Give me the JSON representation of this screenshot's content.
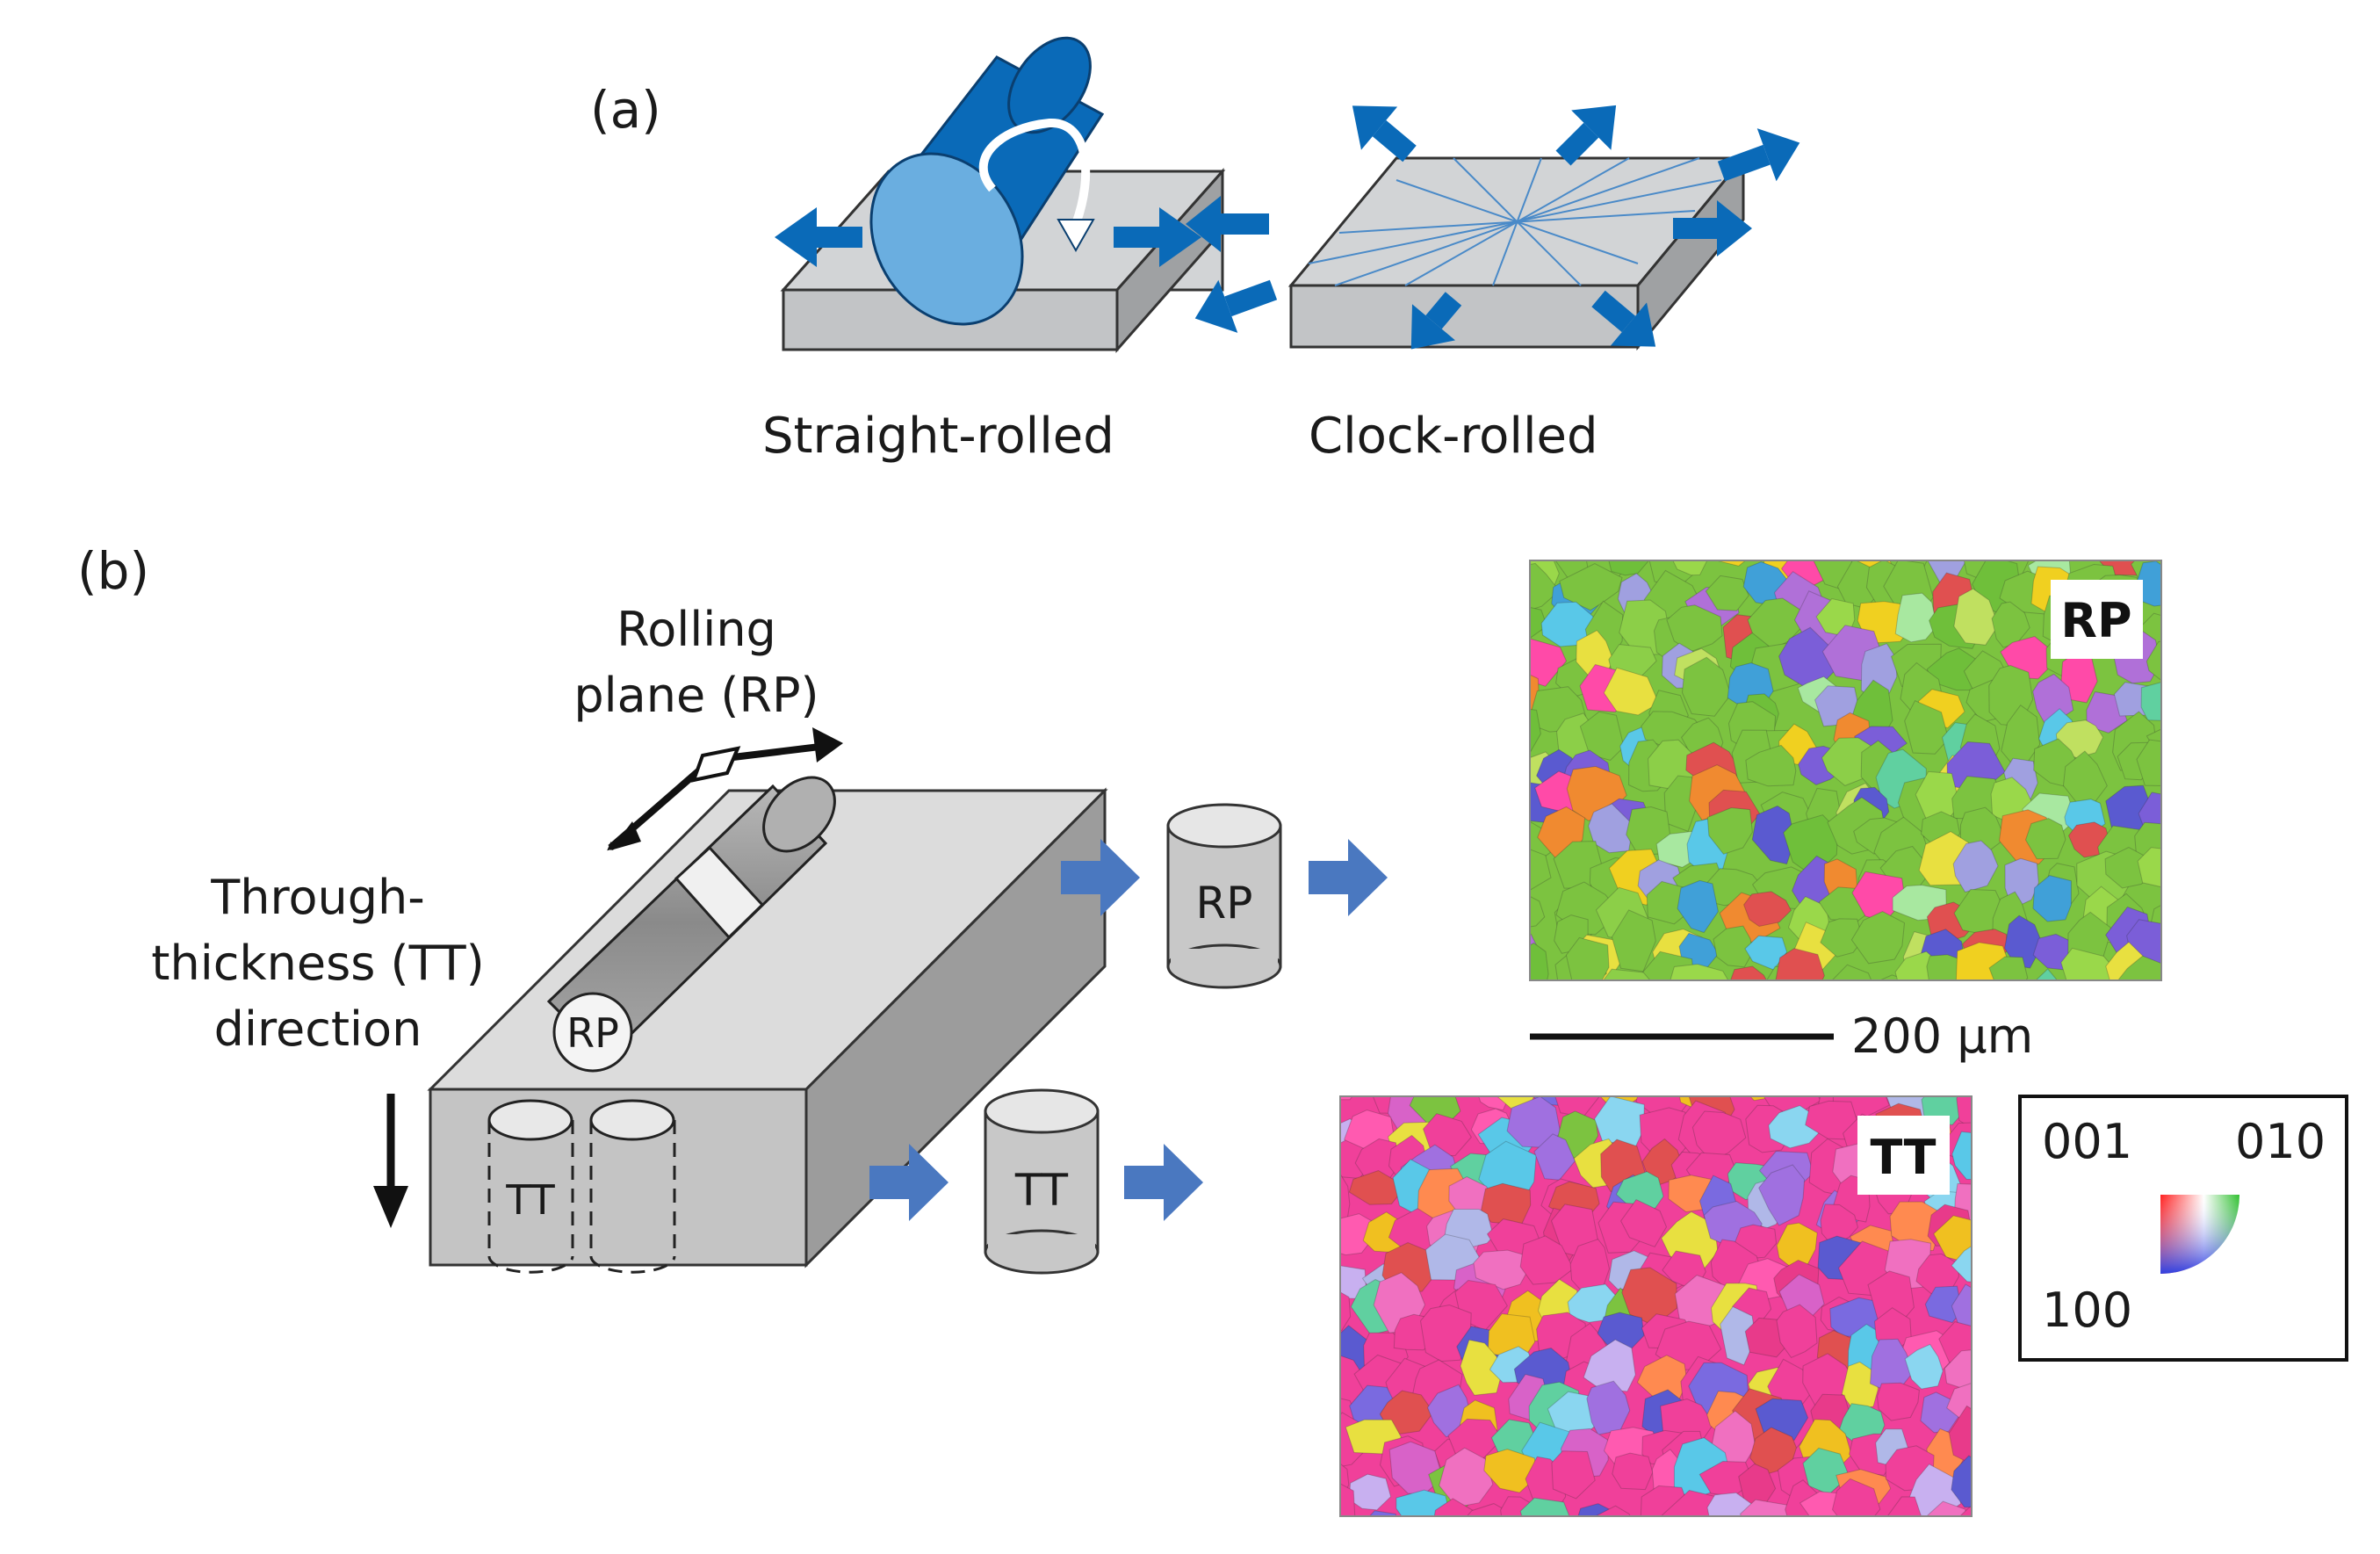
{
  "panel_a": {
    "label": "(a)",
    "straight_caption": "Straight-rolled",
    "clock_caption": "Clock-rolled"
  },
  "panel_b": {
    "label": "(b)",
    "rolling_plane_line1": "Rolling",
    "rolling_plane_line2": "plane (RP)",
    "tt_line1": "Through-",
    "tt_line2": "thickness (TT)",
    "tt_line3": "direction",
    "rp_sample_label": "RP",
    "tt_sample_label": "TT",
    "rp_cylinder_label": "RP",
    "tt_cylinder_label": "TT",
    "rp_map_badge": "RP",
    "tt_map_badge": "TT",
    "scale_bar_label": "200 µm",
    "ipf_key": {
      "top_left": "001",
      "top_right": "010",
      "bottom_left": "100"
    }
  },
  "colors": {
    "roller_blue": "#0a6ab8",
    "roller_face": "#6aaee0",
    "arrow_blue": "#4a78c0",
    "plate_gray": "#cfd1d4",
    "block_top": "#dcdcdc",
    "block_front": "#c4c4c4",
    "block_side": "#9c9c9c",
    "sample_rod": "#9a9a9a"
  },
  "maps": {
    "rp_dominant": "#7cc340",
    "rp_palette": [
      "#7cc340",
      "#6fbf3a",
      "#8ccf48",
      "#9ad84a",
      "#5a5ad0",
      "#7b5ed8",
      "#ff4aa8",
      "#e8e040",
      "#f0d020",
      "#59c8e8",
      "#40a0d8",
      "#e05050",
      "#a0a0e0",
      "#c0e060",
      "#f08a30",
      "#60d0a0",
      "#b070d8",
      "#a8e8a0"
    ],
    "tt_dominant": "#f0409a",
    "tt_palette": [
      "#f0409a",
      "#ff5ab0",
      "#e83a8a",
      "#d862c8",
      "#a070e0",
      "#7a6ae0",
      "#5a5ad0",
      "#59c8e8",
      "#8ad6f0",
      "#e8e040",
      "#f0c020",
      "#7cc340",
      "#60d0a0",
      "#e05050",
      "#ff8a50",
      "#c8b0f0",
      "#b0b8e8",
      "#f070c0"
    ]
  }
}
